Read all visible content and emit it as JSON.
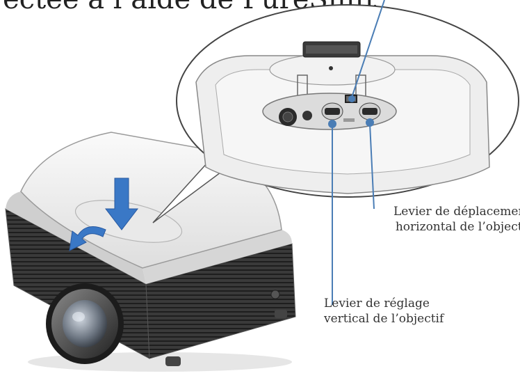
{
  "page": {
    "heading_fragment": "ectée à l’aide de PureShift"
  },
  "callouts": {
    "horizontal_lever": {
      "line1": "Levier de déplacement",
      "line2": "horizontal de l’objectif"
    },
    "vertical_lever": {
      "line1": "Levier de réglage",
      "line2": "vertical de l’objectif"
    }
  },
  "colors": {
    "callout_blue": "#4a7db5",
    "arrow_blue": "#3a78c6",
    "projector_body": "#f2f2f2",
    "grille_dark": "#2a2a2a"
  }
}
